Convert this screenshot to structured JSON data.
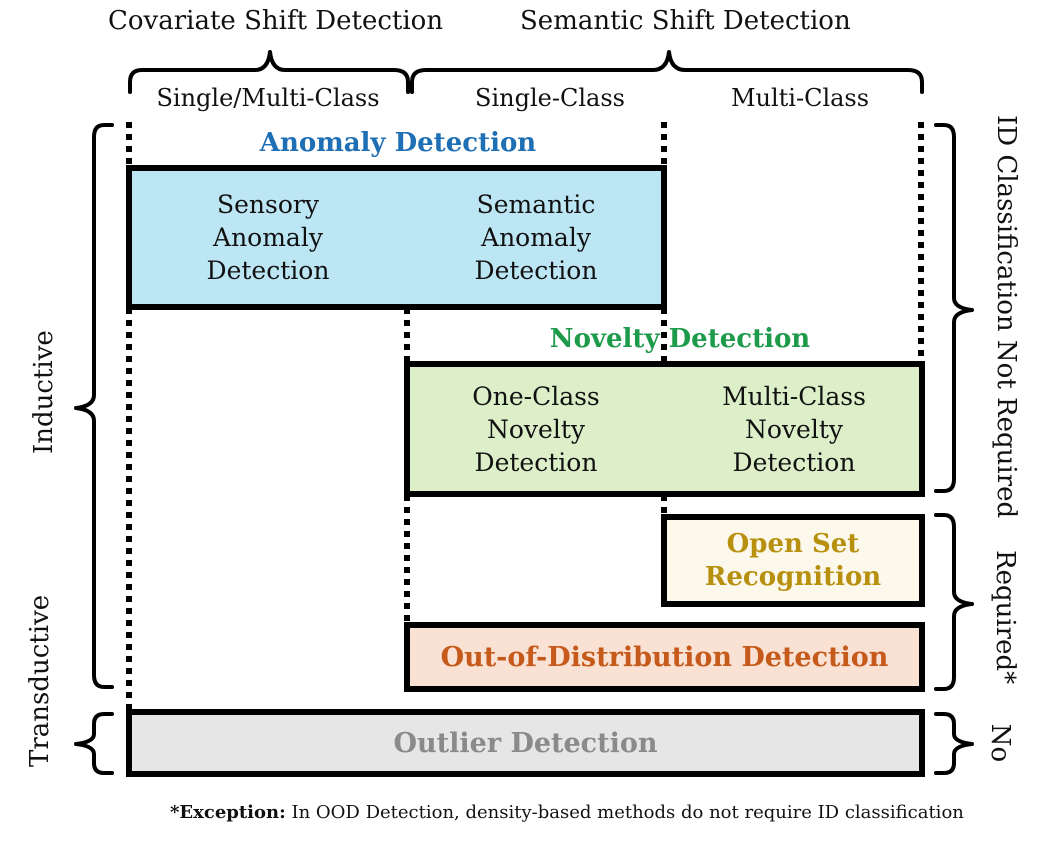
{
  "headers": {
    "covariate": "Covariate Shift Detection",
    "semantic": "Semantic Shift Detection"
  },
  "subheaders": {
    "single_multi": "Single/Multi-Class",
    "single": "Single-Class",
    "multi": "Multi-Class"
  },
  "left_labels": {
    "inductive": "Inductive",
    "transductive": "Transductive"
  },
  "right_labels": {
    "not_required": "ID Classification Not Required",
    "required": "Required*",
    "no": "No"
  },
  "anomaly": {
    "title": "Anomaly Detection",
    "sensory": "Sensory\nAnomaly\nDetection",
    "semantic": "Semantic\nAnomaly\nDetection"
  },
  "novelty": {
    "title": "Novelty Detection",
    "one_class": "One-Class\nNovelty\nDetection",
    "multi_class": "Multi-Class\nNovelty\nDetection"
  },
  "open_set": "Open Set\nRecognition",
  "ood": "Out-of-Distribution Detection",
  "outlier": "Outlier Detection",
  "footnote": {
    "bold": "*Exception:",
    "text": " In OOD Detection, density-based methods do not require ID classification"
  },
  "colors": {
    "anomaly_fill": "#bde6f5",
    "anomaly_title": "#1f6fb5",
    "novelty_fill": "#dcefc9",
    "novelty_title": "#1d9a4a",
    "openset_fill": "#fdf8ec",
    "openset_text": "#b8900f",
    "ood_fill": "#f9e1d4",
    "ood_text": "#c55a1a",
    "outlier_fill": "#e6e6e6",
    "outlier_text": "#8a8a8a"
  }
}
